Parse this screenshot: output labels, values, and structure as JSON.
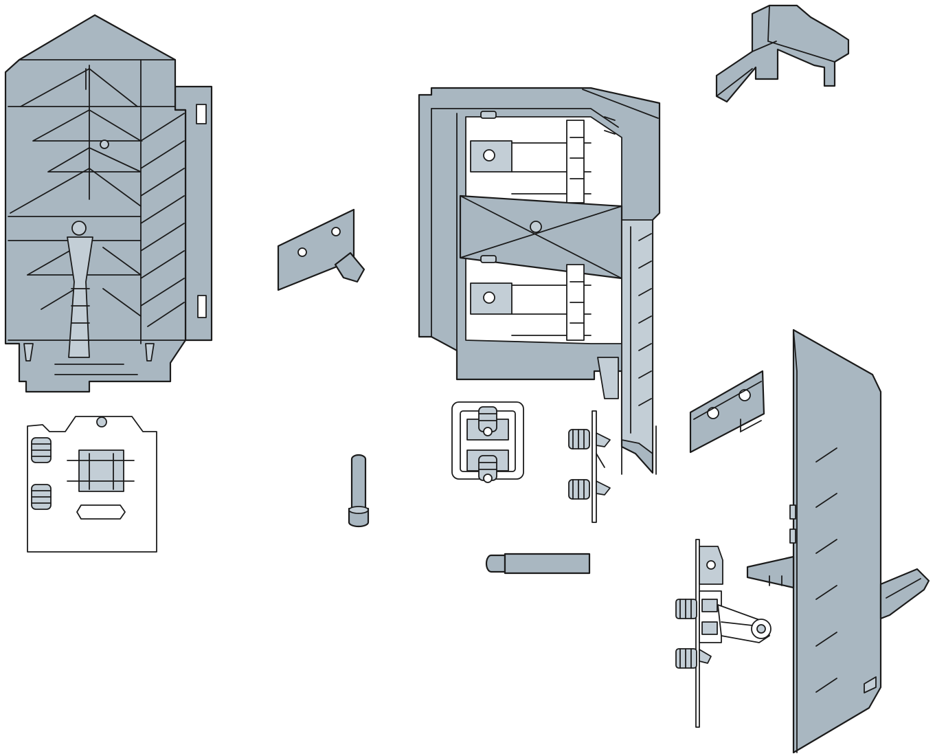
{
  "colors": {
    "part_fill": "#a9b7c1",
    "part_fill_light": "#c3ced6",
    "part_stroke": "#1b1b1b",
    "background": "#ffffff"
  },
  "parts": [
    {
      "id": "corner-mechanism-housing-left",
      "label": ""
    },
    {
      "id": "left-mounting-plate",
      "label": ""
    },
    {
      "id": "small-bracket",
      "label": ""
    },
    {
      "id": "dowel-pin-vertical",
      "label": ""
    },
    {
      "id": "main-door-mechanism",
      "label": ""
    },
    {
      "id": "clip-plate",
      "label": ""
    },
    {
      "id": "screw-strip",
      "label": ""
    },
    {
      "id": "dowel-pin-horizontal",
      "label": ""
    },
    {
      "id": "top-corner-cap",
      "label": ""
    },
    {
      "id": "flat-connector-plate",
      "label": ""
    },
    {
      "id": "side-panel",
      "label": ""
    },
    {
      "id": "hinge-arm-assembly",
      "label": ""
    }
  ]
}
